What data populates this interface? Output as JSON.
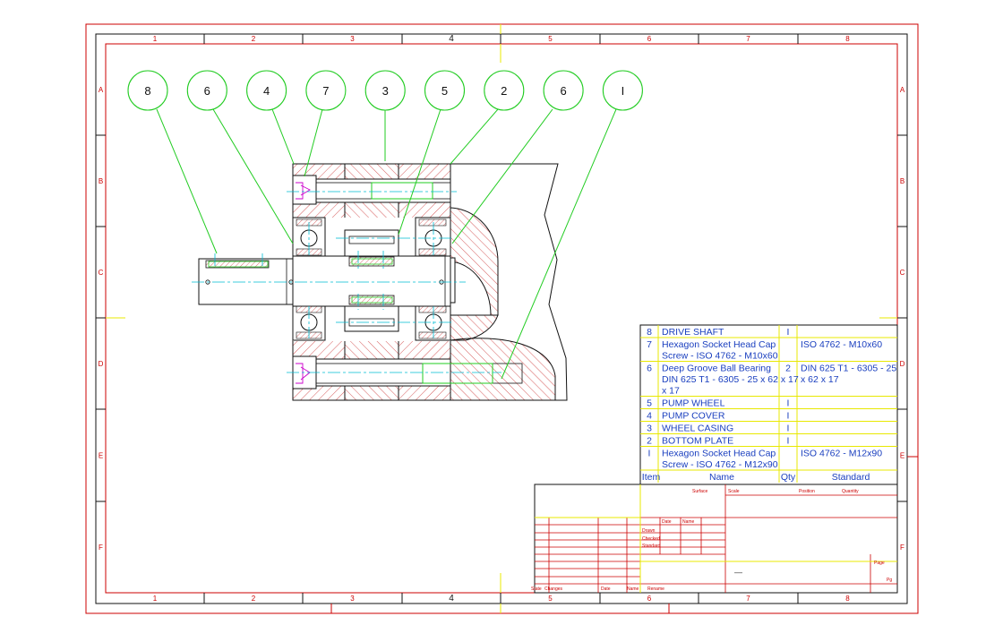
{
  "zones": {
    "columns": [
      "1",
      "2",
      "3",
      "4",
      "5",
      "6",
      "7",
      "8"
    ],
    "rows": [
      "A",
      "B",
      "C",
      "D",
      "E",
      "F"
    ]
  },
  "balloons": [
    "8",
    "6",
    "4",
    "7",
    "3",
    "5",
    "2",
    "6",
    "I"
  ],
  "bom": {
    "headers": {
      "item": "Item",
      "name": "Name",
      "qty": "Qty",
      "standard": "Standard"
    },
    "rows": [
      {
        "item": "8",
        "name_lines": [
          "DRIVE SHAFT"
        ],
        "qty": "I",
        "standard_lines": []
      },
      {
        "item": "7",
        "name_lines": [
          "Hexagon Socket Head Cap",
          "Screw - ISO 4762 - M10x60"
        ],
        "qty": "",
        "standard_lines": [
          "ISO 4762 - M10x60"
        ]
      },
      {
        "item": "6",
        "name_lines": [
          "Deep Groove Ball Bearing",
          "DIN 625 T1 - 6305 - 25 x 62 x 17",
          "x 17"
        ],
        "qty": "2",
        "standard_lines": [
          "DIN 625 T1 - 6305 - 25",
          "x 62 x 17"
        ]
      },
      {
        "item": "5",
        "name_lines": [
          "PUMP WHEEL"
        ],
        "qty": "I",
        "standard_lines": []
      },
      {
        "item": "4",
        "name_lines": [
          "PUMP COVER"
        ],
        "qty": "I",
        "standard_lines": []
      },
      {
        "item": "3",
        "name_lines": [
          "WHEEL CASING"
        ],
        "qty": "I",
        "standard_lines": []
      },
      {
        "item": "2",
        "name_lines": [
          "BOTTOM PLATE"
        ],
        "qty": "I",
        "standard_lines": []
      },
      {
        "item": "I",
        "name_lines": [
          "Hexagon Socket Head Cap",
          "Screw - ISO 4762 - M12x90"
        ],
        "qty": "",
        "standard_lines": [
          "ISO 4762 - M12x90"
        ]
      }
    ]
  },
  "title_block": {
    "surface": "Surface",
    "scale": "Scale",
    "position": "Position",
    "quantity": "Quantity",
    "date": "Date",
    "name": "Name",
    "drawn": "Drawn",
    "checked": "Checked",
    "standard": "Standard",
    "page": "Page",
    "pg": "Pg",
    "state": "State",
    "changes": "Changes",
    "rev_date": "Date",
    "rev_name": "Name",
    "rename": "Rename",
    "dash": "—"
  },
  "colors": {
    "frame": "#cc0000",
    "outline": "#111111",
    "hatch": "#cc3333",
    "leader": "#22cc22",
    "centerline": "#00bcd4",
    "screw": "#cc00cc",
    "bom_line": "#e8e800",
    "bom_text": "#1a3fbf"
  }
}
